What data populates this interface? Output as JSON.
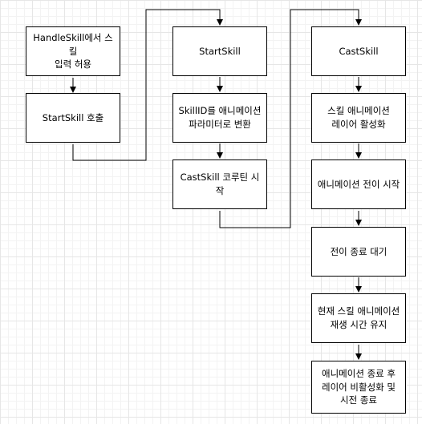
{
  "nodes": {
    "handle_skill_input": "HandleSkill에서 스킬\n입력 허용",
    "start_skill_call": "StartSkill 호출",
    "start_skill": "StartSkill",
    "skill_id_convert": "SkillID를 애니메이션\n파라미터로 변환",
    "cast_skill_coroutine": "CastSkill 코루틴 시작",
    "cast_skill": "CastSkill",
    "activate_layer": "스킬 애니메이션\n레이어 활성화",
    "start_transition": "애니메이션 전이 시작",
    "wait_transition_end": "전이 종료 대기",
    "keep_playback": "현재 스킬 애니메이션\n재생 시간 유지",
    "deactivate_layer": "애니메이션 종료 후\n레이어 비활성화 및\n시전 종료"
  },
  "colors": {
    "stroke": "#000000",
    "fill": "#ffffff",
    "grid": "#e6e6e6"
  }
}
